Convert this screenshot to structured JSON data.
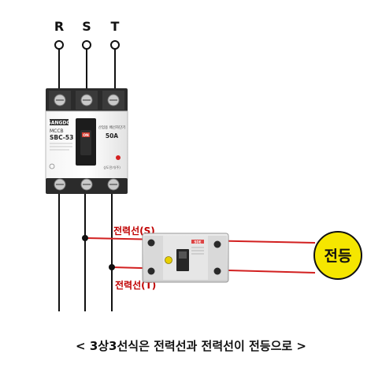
{
  "phases": {
    "r": "R",
    "s": "S",
    "t": "T"
  },
  "mccb": {
    "brand": "SANGDO",
    "model_type": "MCCB",
    "model": "SBC-53",
    "rating": "50A",
    "name_ko": "산업용 배선차단기",
    "on_label": "ON",
    "maker": "상도전기(주)"
  },
  "wires": {
    "label_s": "전력선(S)",
    "label_t": "전력선(T)"
  },
  "breaker2": {
    "code": "SDE"
  },
  "load": {
    "label": "전등"
  },
  "caption": {
    "text": "< 3상3선식은 전력선과 전력선이 전등으로 >"
  },
  "colors": {
    "wire_red": "#d22020",
    "lamp_fill": "#f5e600",
    "text_red": "#c00000"
  }
}
